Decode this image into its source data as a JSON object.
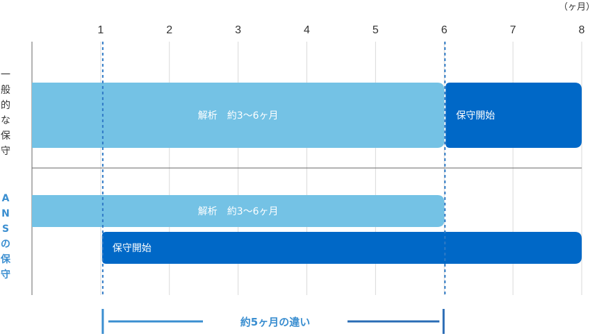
{
  "chart_data": {
    "type": "gantt",
    "unit_label": "（ヶ月）",
    "x_ticks": [
      "1",
      "2",
      "3",
      "4",
      "5",
      "6",
      "7",
      "8"
    ],
    "xlim": [
      0,
      8
    ],
    "rows": [
      {
        "label": "一般的な保守",
        "label_color": "#333333",
        "bars": [
          {
            "label": "解析　約3〜6ヶ月",
            "start": 0,
            "end": 6,
            "color": "#74c2e5",
            "track": "full"
          },
          {
            "label": "保守開始",
            "start": 6,
            "end": 8,
            "color": "#0068c7",
            "track": "full"
          }
        ]
      },
      {
        "label": "ANSの保守",
        "label_color": "#3a8ed0",
        "bars": [
          {
            "label": "解析　約3〜6ヶ月",
            "start": 0,
            "end": 6,
            "color": "#74c2e5",
            "track": "upper"
          },
          {
            "label": "保守開始",
            "start": 1,
            "end": 8,
            "color": "#0068c7",
            "track": "lower"
          }
        ]
      }
    ],
    "markers": [
      1,
      6
    ],
    "difference": {
      "label": "約5ヶ月の違い",
      "from": 1,
      "to": 6,
      "color": "#3a8ed0"
    }
  },
  "colors": {
    "grid": "#d9d9d9",
    "axis": "#666666",
    "marker": "#2f7ac6"
  }
}
